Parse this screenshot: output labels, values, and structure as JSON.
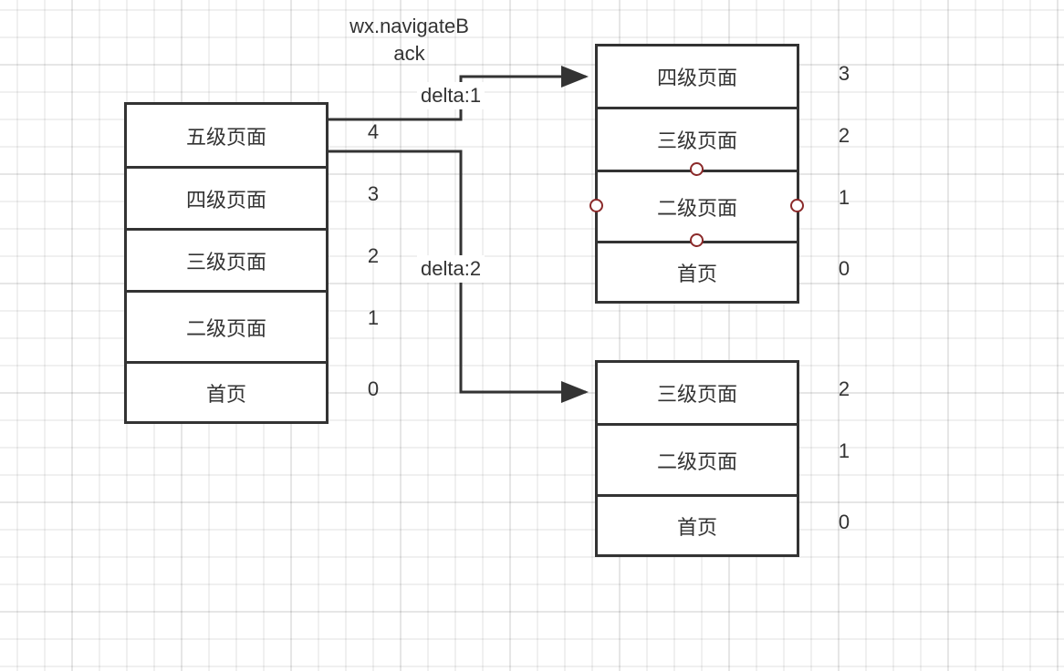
{
  "title": {
    "line1": "wx.navigateB",
    "line2": "ack"
  },
  "connectors": [
    {
      "id": "delta1",
      "label": "delta:1",
      "from": "source-stack.row-0",
      "to": "result-delta1.row-0"
    },
    {
      "id": "delta2",
      "label": "delta:2",
      "from": "source-stack.row-0",
      "to": "result-delta2.row-0"
    }
  ],
  "stacks": {
    "source": {
      "rows": [
        {
          "label": "五级页面",
          "index": "4"
        },
        {
          "label": "四级页面",
          "index": "3"
        },
        {
          "label": "三级页面",
          "index": "2"
        },
        {
          "label": "二级页面",
          "index": "1"
        },
        {
          "label": "首页",
          "index": "0"
        }
      ]
    },
    "result_delta1": {
      "rows": [
        {
          "label": "四级页面",
          "index": "3"
        },
        {
          "label": "三级页面",
          "index": "2"
        },
        {
          "label": "二级页面",
          "index": "1",
          "selected": true
        },
        {
          "label": "首页",
          "index": "0"
        }
      ]
    },
    "result_delta2": {
      "rows": [
        {
          "label": "三级页面",
          "index": "2"
        },
        {
          "label": "二级页面",
          "index": "1"
        },
        {
          "label": "首页",
          "index": "0"
        }
      ]
    }
  },
  "colors": {
    "stroke": "#333333",
    "selection_handle": "#8b2a2a",
    "grid": "#ececec",
    "background": "#ffffff"
  }
}
